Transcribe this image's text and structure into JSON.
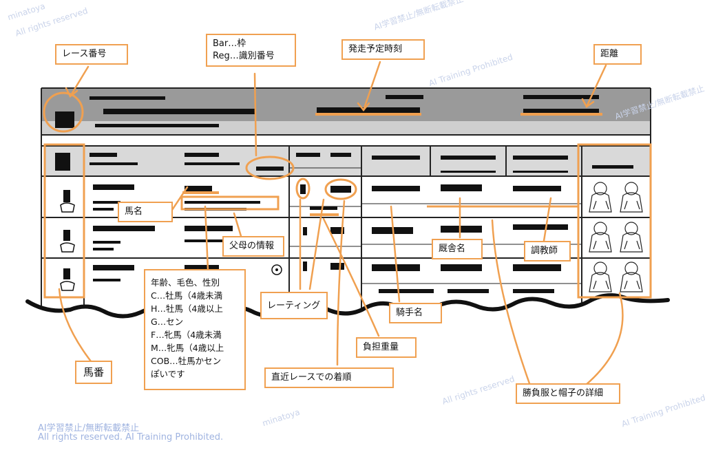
{
  "labels": {
    "race_number": "レース番号",
    "bar_reg": [
      "Bar…枠",
      "Reg…識別番号"
    ],
    "post_time": "発走予定時刻",
    "distance": "距離",
    "horse_name": "馬名",
    "parents_info": "父母の情報",
    "age_info": [
      "年齢、毛色、性別",
      "C…牡馬（4歳未満",
      "H…牡馬（4歳以上",
      "G…セン",
      "F…牝馬（4歳未満",
      "M…牝馬（4歳以上",
      "COB…牡馬かセン",
      "ぽいです"
    ],
    "rating": "レーティング",
    "jockey": "騎手名",
    "weight": "負担重量",
    "recent_finish": "直近レースでの着順",
    "stable": "厩舎名",
    "trainer": "調教師",
    "silks": "勝負服と帽子の詳細",
    "horse_number": "馬番"
  },
  "watermark": {
    "line1": "AI学習禁止/無断転載禁止",
    "line2": "All rights reserved. AI Training Prohibited.",
    "tile1": "minatoya",
    "tile2": "AI学習禁止/無断転載禁止",
    "tile3": "All rights reserved",
    "tile4": "AI Training Prohibited"
  },
  "colors": {
    "accent": "#f0a050",
    "watermark": "#9fb3e0",
    "header_gray": "#9a9a9a",
    "subheader_gray": "#d4d4d4"
  },
  "icons": {
    "silks": "jockey-silks-icon",
    "saddlecloth": "saddle-cloth-icon",
    "emblem": "star-badge-icon"
  }
}
